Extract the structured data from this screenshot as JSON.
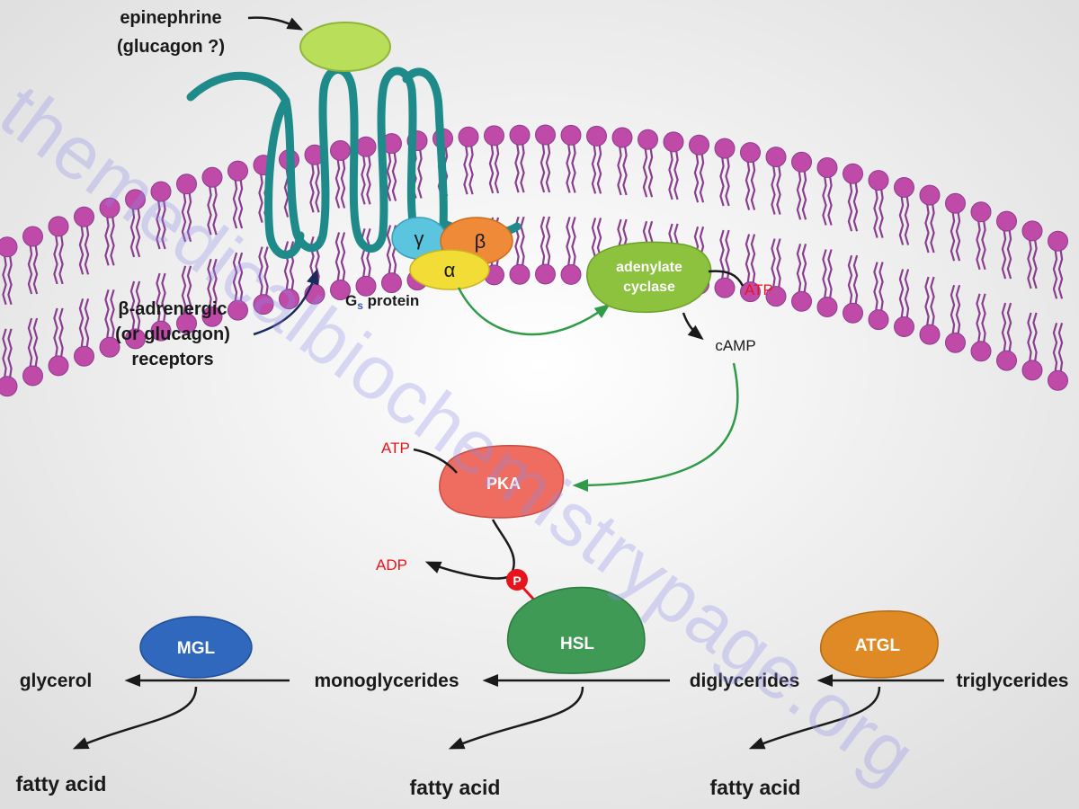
{
  "watermark": "themedicalbiochemistrypage.org",
  "colors": {
    "lipid_head": "#c04aa8",
    "lipid_tail": "#8a3e8e",
    "receptor": "#1f8a8a",
    "activation_arrow": "#2f9a48",
    "red_label": "#e8141b",
    "epinephrine": "#b9de5a",
    "gamma": "#5bc4de",
    "beta": "#ef8a38",
    "alpha": "#f2dc36",
    "adenylate_cyclase": "#8cc23d",
    "pka": "#ee6d60",
    "hsl": "#3e9a55",
    "mgl": "#2f68bd",
    "atgl": "#e08a26"
  },
  "labels": {
    "epinephrine_line1": "epinephrine",
    "epinephrine_line2": "(glucagon ?)",
    "receptor_line1": "β-adrenergic",
    "receptor_line2": "(or glucagon)",
    "receptor_line3": "receptors",
    "gs_protein_prefix": "G",
    "gs_protein_subscript": "s",
    "gs_protein_suffix": " protein",
    "gamma": "γ",
    "beta": "β",
    "alpha": "α",
    "adenylate_line1": "adenylate",
    "adenylate_line2": "cyclase",
    "atp_cyclase": "ATP",
    "camp": "cAMP",
    "pka": "PKA",
    "atp_pka": "ATP",
    "adp": "ADP",
    "phosphate": "P",
    "hsl": "HSL",
    "mgl": "MGL",
    "atgl": "ATGL",
    "glycerol": "glycerol",
    "monoglycerides": "monoglycerides",
    "diglycerides": "diglycerides",
    "triglycerides": "triglycerides",
    "fatty_acid_1": "fatty acid",
    "fatty_acid_2": "fatty acid",
    "fatty_acid_3": "fatty acid"
  }
}
